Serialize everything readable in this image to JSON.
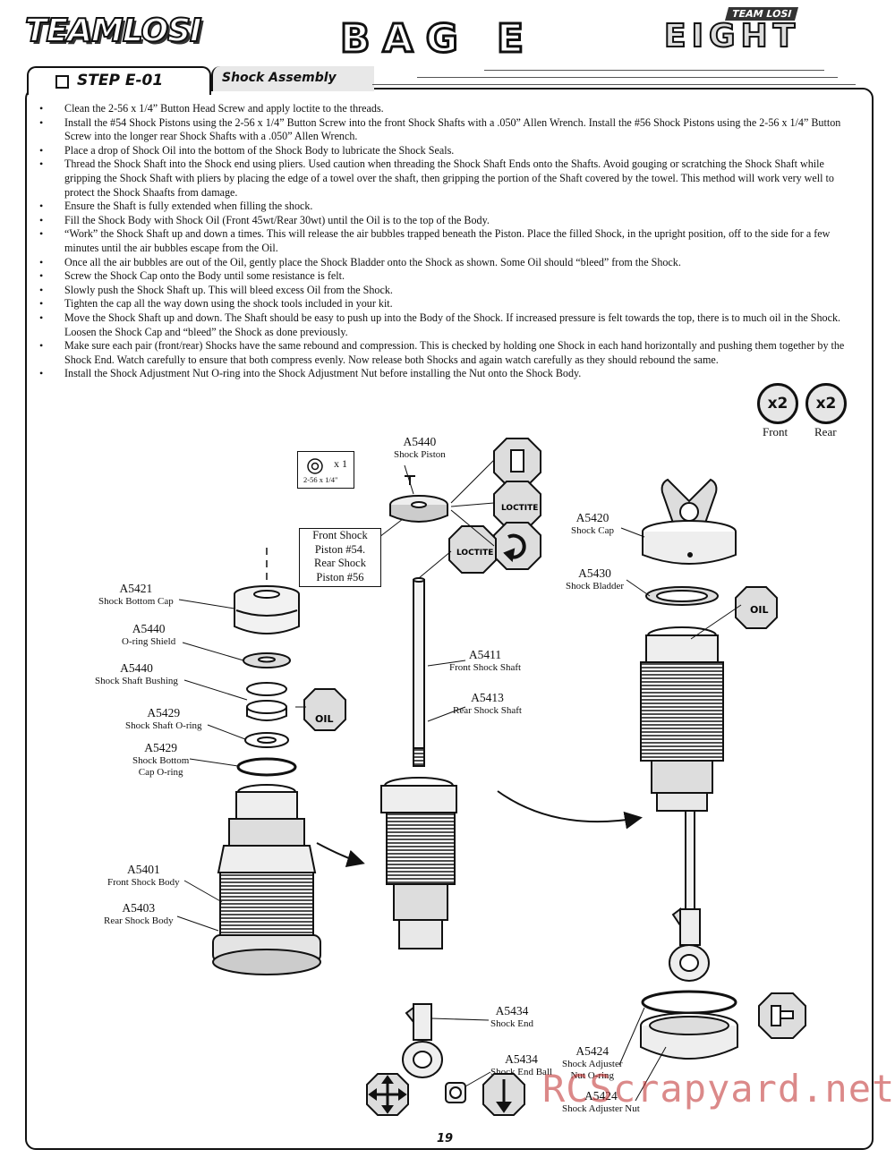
{
  "header": {
    "logo_left": "TEAMLOSI",
    "bag_title": "BAG E",
    "logo_right": "EIGHT",
    "logo_right_small": "TEAM LOSI"
  },
  "step": {
    "label": "STEP E-01",
    "title": "Shock Assembly"
  },
  "instructions": [
    "Clean the 2-56 x 1/4” Button Head Screw and apply loctite to the threads.",
    "Install the #54 Shock Pistons using the 2-56 x 1/4” Button Screw into the front Shock Shafts with a .050” Allen Wrench. Install the #56 Shock Pistons using the 2-56 x 1/4” Button Screw into the longer rear Shock Shafts with a .050” Allen Wrench.",
    "Place a drop of Shock Oil into the bottom of the Shock Body to lubricate the Shock Seals.",
    "Thread the Shock Shaft into the Shock end using pliers. Used caution when threading the Shock Shaft Ends onto the Shafts. Avoid gouging or scratching the Shock Shaft while gripping the Shock Shaft with pliers by placing the edge of a towel over the shaft, then gripping the portion of the Shaft covered by the towel. This method will work very well to protect the Shock Shaafts from damage.",
    "Ensure the Shaft is fully extended when filling the shock.",
    "Fill the Shock Body with Shock Oil (Front 45wt/Rear 30wt) until the Oil is to the top of the Body.",
    "“Work” the Shock Shaft up and down a times. This will release the air bubbles trapped beneath the Piston. Place the filled Shock, in the upright position, off to the side for a few minutes until the air bubbles escape from the Oil.",
    "Once all the air bubbles are out of the Oil, gently place the Shock Bladder onto the Shock as shown. Some Oil should “bleed” from the Shock.",
    "Screw the Shock Cap onto the Body until some resistance is felt.",
    "Slowly push the Shock Shaft up. This will bleed excess Oil from the Shock.",
    "Tighten the cap all the way down using the shock tools included in your kit.",
    "Move the Shock Shaft up and down. The Shaft should be easy to push up into the Body of the Shock. If increased pressure is felt towards the top, there is to much oil in the Shock. Loosen the Shock Cap and “bleed” the Shock as done previously.",
    "Make sure each pair (front/rear) Shocks have the same rebound and compression. This is checked by holding one Shock in each hand horizontally and pushing them together by the Shock End. Watch carefully to ensure that both compress evenly. Now release both Shocks and again watch carefully as they should rebound the same.",
    "Install the Shock Adjustment Nut O-ring into the Shock Adjustment Nut before installing the Nut onto the Shock Body."
  ],
  "quantities": [
    {
      "badge": "x2",
      "label": "Front"
    },
    {
      "badge": "x2",
      "label": "Rear"
    }
  ],
  "screw": {
    "qty": "x 1",
    "size": "2-56 x 1/4\""
  },
  "callout": {
    "line1": "Front Shock",
    "line2": "Piston #54.",
    "line3": "Rear Shock",
    "line4": "Piston #56"
  },
  "icons": {
    "loctite1": "LOCTITE",
    "loctite2": "LOCTITE",
    "oil1": "OIL",
    "oil2": "OIL"
  },
  "parts": {
    "piston": {
      "num": "A5440",
      "name": "Shock Piston"
    },
    "bottom_cap": {
      "num": "A5421",
      "name": "Shock Bottom Cap"
    },
    "oring_shield": {
      "num": "A5440",
      "name": "O-ring Shield"
    },
    "shaft_bushing": {
      "num": "A5440",
      "name": "Shock Shaft Bushing"
    },
    "shaft_oring": {
      "num": "A5429",
      "name": "Shock Shaft O-ring"
    },
    "bottom_cap_oring": {
      "num": "A5429",
      "name1": "Shock Bottom",
      "name2": "Cap O-ring"
    },
    "front_body": {
      "num": "A5401",
      "name": "Front Shock Body"
    },
    "rear_body": {
      "num": "A5403",
      "name": "Rear Shock Body"
    },
    "front_shaft": {
      "num": "A5411",
      "name": "Front Shock Shaft"
    },
    "rear_shaft": {
      "num": "A5413",
      "name": "Rear Shock Shaft"
    },
    "shock_end": {
      "num": "A5434",
      "name": "Shock End"
    },
    "shock_end_ball": {
      "num": "A5434",
      "name": "Shock End Ball"
    },
    "shock_cap": {
      "num": "A5420",
      "name": "Shock Cap"
    },
    "bladder": {
      "num": "A5430",
      "name": "Shock Bladder"
    },
    "adjuster_oring": {
      "num": "A5424",
      "name1": "Shock Adjuster",
      "name2": "Nut O-ring"
    },
    "adjuster_nut": {
      "num": "A5424",
      "name": "Shock Adjuster Nut"
    }
  },
  "page_number": "19",
  "watermark": "RCScrapyard.net"
}
